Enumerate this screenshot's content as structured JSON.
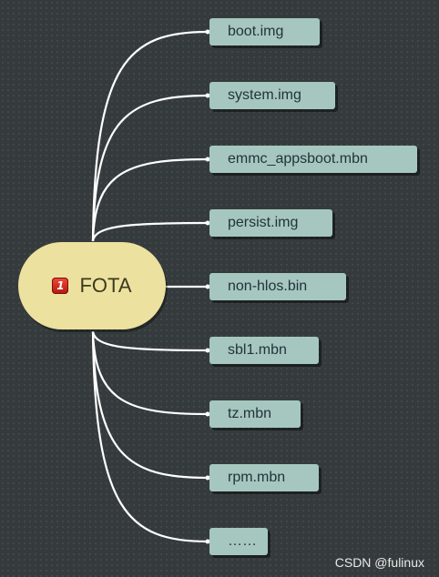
{
  "root": {
    "label": "FOTA",
    "icon": "priority-1-icon",
    "icon_text": "1",
    "color": "#ede1a0"
  },
  "children": [
    {
      "label": "boot.img"
    },
    {
      "label": "system.img"
    },
    {
      "label": "emmc_appsboot.mbn"
    },
    {
      "label": "persist.img"
    },
    {
      "label": "non-hlos.bin"
    },
    {
      "label": "sbl1.mbn"
    },
    {
      "label": "tz.mbn"
    },
    {
      "label": "rpm.mbn"
    },
    {
      "label": "……"
    }
  ],
  "node_color": "#a5c7c0",
  "connector_color": "#ffffff",
  "watermark": "CSDN @fulinux"
}
